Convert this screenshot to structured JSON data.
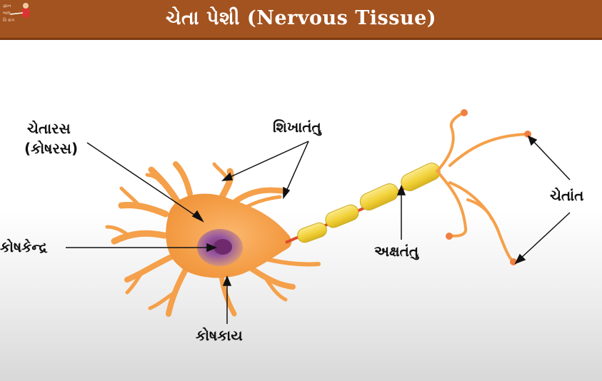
{
  "header": {
    "title": "ચેતા પેશી (Nervous Tissue)"
  },
  "logo": {
    "line1": "જ્ઞાન",
    "line2": "બાલ",
    "line3": "વિ સંગ"
  },
  "labels": {
    "cytoplasm": "ચેતારસ",
    "cytoplasm_alt": "(કોષરસ)",
    "dendrites": "શિખાતંતુ",
    "nucleus": "કોષકેન્દ્ર",
    "axon": "અક્ષતંતુ",
    "cell_body": "કોષકાય",
    "nerve_endings": "ચેતાંત"
  },
  "colors": {
    "header_bg": "#a3531f",
    "neuron": "#f5a04a",
    "nucleus": "#8a3f86",
    "myelin": "#f2d23a"
  }
}
